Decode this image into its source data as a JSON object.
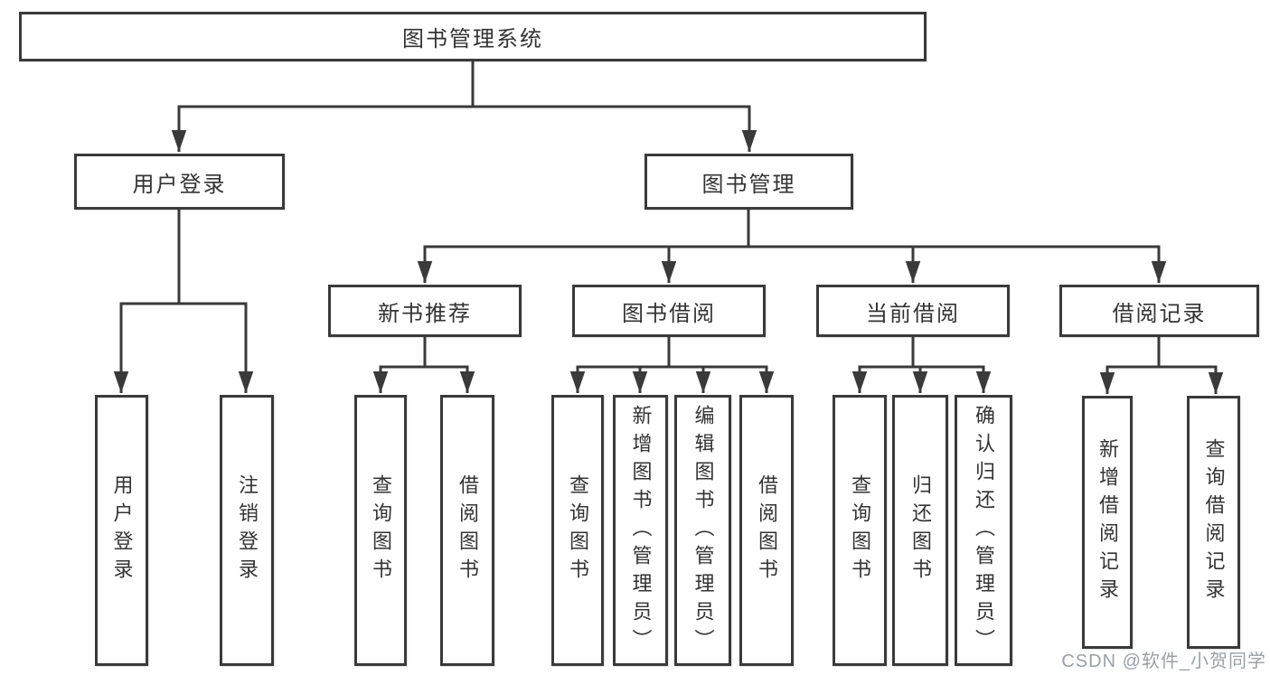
{
  "tree": {
    "root": "图书管理系统",
    "branches": [
      {
        "label": "用户登录",
        "children": [
          "用户登录",
          "注销登录"
        ]
      },
      {
        "label": "图书管理",
        "sections": [
          {
            "label": "新书推荐",
            "children": [
              "查询图书",
              "借阅图书"
            ]
          },
          {
            "label": "图书借阅",
            "children": [
              "查询图书",
              "新增图书（管理员）",
              "编辑图书（管理员）",
              "借阅图书"
            ]
          },
          {
            "label": "当前借阅",
            "children": [
              "查询图书",
              "归还图书",
              "确认归还（管理员）"
            ]
          },
          {
            "label": "借阅记录",
            "children": [
              "新增借阅记录",
              "查询借阅记录"
            ]
          }
        ]
      }
    ]
  },
  "watermark": {
    "text": "CSDN @软件_小贺同学"
  },
  "colors": {
    "line": "#3a3a3a",
    "box_border": "#3a3a3a",
    "box_fill": "#ffffff",
    "text": "#333333",
    "watermark": "#9aa0a6",
    "background": "#ffffff"
  }
}
